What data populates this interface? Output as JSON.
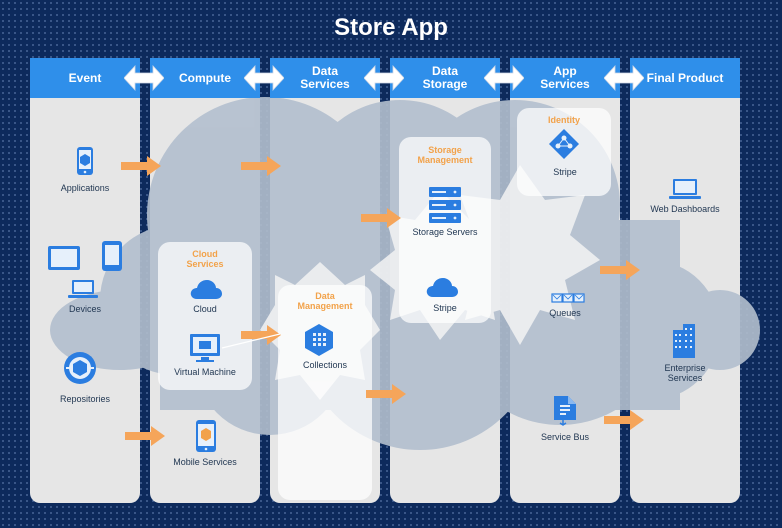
{
  "title": "Store App",
  "columns": [
    {
      "label": "Event"
    },
    {
      "label": "Compute"
    },
    {
      "label": "Data\nServices"
    },
    {
      "label": "Data\nStorage"
    },
    {
      "label": "App\nServices"
    },
    {
      "label": "Final Product"
    }
  ],
  "sections": {
    "cloud_services": "Cloud\nServices",
    "data_management": "Data\nManagement",
    "storage_management": "Storage\nManagement",
    "identity": "Identity"
  },
  "nodes": {
    "applications": "Applications",
    "devices": "Devices",
    "repositories": "Repositories",
    "cloud": "Cloud",
    "virtual_machine": "Virtual Machine",
    "mobile_services": "Mobile Services",
    "collections": "Collections",
    "storage_servers": "Storage Servers",
    "storage_stripe": "Stripe",
    "identity_stripe": "Stripe",
    "queues": "Queues",
    "service_bus": "Service Bus",
    "web_dashboards": "Web Dashboards",
    "enterprise_services": "Enterprise\nServices"
  },
  "colors": {
    "background": "#0d2a5c",
    "column": "#e6e6e6",
    "header": "#2f8fea",
    "accent_orange": "#f5a55a",
    "cloud_shape": "#b3bfce",
    "icon_blue": "#2b7de0"
  }
}
